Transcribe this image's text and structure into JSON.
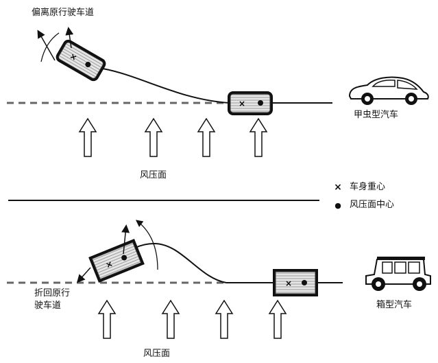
{
  "top": {
    "deviation_label": "偏离原行驶车道",
    "car_label": "甲虫型汽车",
    "wind_label": "风压面"
  },
  "bottom": {
    "return_label_line1": "折回原行",
    "return_label_line2": "驶车道",
    "car_label": "箱型汽车",
    "wind_label": "风压面"
  },
  "legend": {
    "items": [
      {
        "symbol": "×",
        "label": "车身重心"
      },
      {
        "symbol": "●",
        "label": "风压面中心"
      }
    ]
  }
}
